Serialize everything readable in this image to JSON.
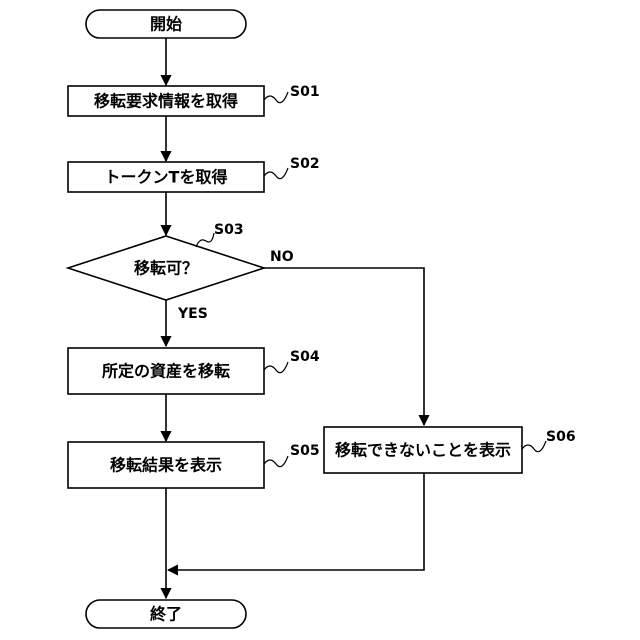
{
  "flowchart": {
    "start": {
      "label": "開始"
    },
    "end": {
      "label": "終了"
    },
    "steps": {
      "s01": {
        "id": "S01",
        "label": "移転要求情報を取得"
      },
      "s02": {
        "id": "S02",
        "label": "トークンTを取得"
      },
      "s03": {
        "id": "S03",
        "label": "移転可？"
      },
      "s04": {
        "id": "S04",
        "label": "所定の資産を移転"
      },
      "s05": {
        "id": "S05",
        "label": "移転結果を表示"
      },
      "s06": {
        "id": "S06",
        "label": "移転できないことを表示"
      }
    },
    "branches": {
      "yes": "YES",
      "no": "NO"
    }
  }
}
